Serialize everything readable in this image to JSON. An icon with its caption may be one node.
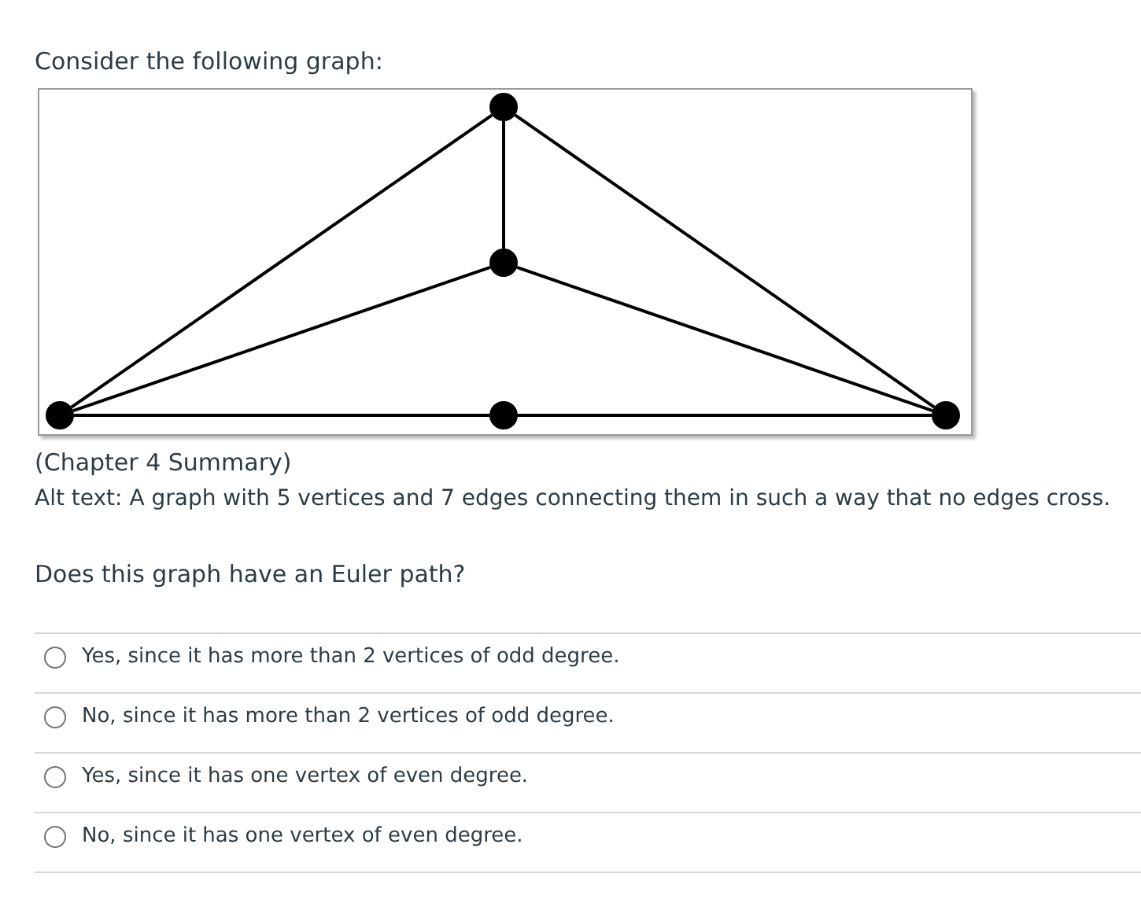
{
  "diagram": {
    "nodes": [
      {
        "text": [],
        "shape": "circle"
      },
      {
        "text": [],
        "shape": "circle"
      },
      {
        "text": [],
        "shape": "circle"
      },
      {
        "text": [],
        "shape": "circle"
      },
      {
        "text": [],
        "shape": "circle"
      }
    ],
    "edges": [
      {
        "from": 0,
        "to": 1,
        "arrow": "none"
      },
      {
        "from": 0,
        "to": 2,
        "arrow": "none"
      },
      {
        "from": 0,
        "to": 4,
        "arrow": "none"
      },
      {
        "from": 1,
        "to": 2,
        "arrow": "none"
      },
      {
        "from": 1,
        "to": 4,
        "arrow": "none"
      },
      {
        "from": 2,
        "to": 3,
        "arrow": "none"
      },
      {
        "from": 3,
        "to": 4,
        "arrow": "none"
      }
    ],
    "labels": [
      "Consider the following graph:",
      "(Chapter 4 Summary)",
      "Alt text: A graph with 5 vertices and 7 edges connecting them in such a way that no edges cross.",
      "Does this graph have an Euler path?",
      "Yes, since it has more than 2 vertices of odd degree.",
      "No, since it has more than 2 vertices of odd degree.",
      "Yes, since it has one vertex of even degree.",
      "No, since it has one vertex of even degree."
    ]
  }
}
